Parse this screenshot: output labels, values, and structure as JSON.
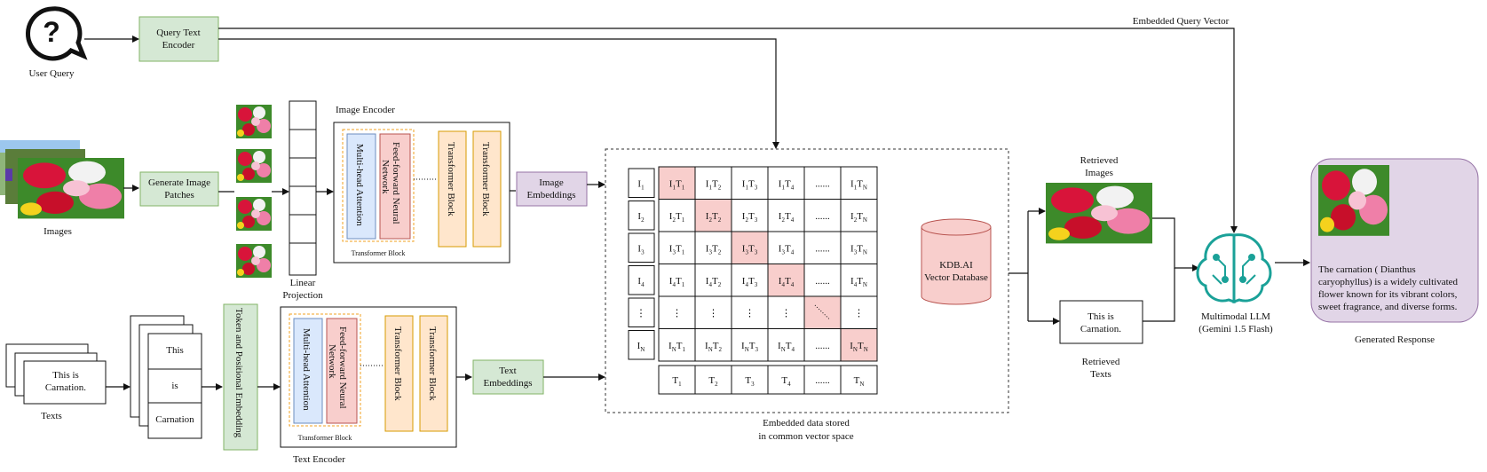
{
  "user_query": {
    "icon": "speech-bubble-question-icon",
    "label": "User Query"
  },
  "query_text_encoder": {
    "label": [
      "Query Text",
      "Encoder"
    ]
  },
  "embedded_query_vector": "Embedded Query Vector",
  "images_label": "Images",
  "generate_image_patches": {
    "label": [
      "Generate Image",
      "Patches"
    ]
  },
  "linear_projection": {
    "label": [
      "Linear",
      "Projection"
    ]
  },
  "image_encoder": {
    "title": "Image Encoder",
    "multihead": "Multi-head Attention",
    "ffn": [
      "Feed-forward Neural",
      "Network"
    ],
    "ellipsis": "........",
    "block1": "Transformer Block",
    "block2": "Transformer Block",
    "caption": "Transformer Block"
  },
  "image_embeddings": {
    "label": [
      "Image",
      "Embeddings"
    ]
  },
  "texts": {
    "doc_text": [
      "This is",
      "Carnation."
    ],
    "label": "Texts",
    "tokens": [
      "This",
      "is",
      "Carnation"
    ]
  },
  "token_positional": "Token and Positional Embedding",
  "text_encoder": {
    "title": "Text Encoder",
    "multihead": "Multi-head Attention",
    "ffn": [
      "Feed-forward Neural",
      "Network"
    ],
    "ellipsis": "........",
    "block1": "Transformer Block",
    "block2": "Transformer Block",
    "caption": "Transformer Block"
  },
  "text_embeddings": {
    "label": [
      "Text",
      "Embeddings"
    ]
  },
  "matrix": {
    "row_labels": [
      "I1",
      "I2",
      "I3",
      "I4",
      "⋮",
      "IN"
    ],
    "col_labels": [
      "T1",
      "T2",
      "T3",
      "T4",
      "......",
      "TN"
    ],
    "caption": [
      "Embedded data stored",
      "in common vector space"
    ]
  },
  "vector_db": {
    "label": [
      "KDB.AI",
      "Vector Database"
    ]
  },
  "retrieved_images": {
    "label": [
      "Retrieved",
      "Images"
    ]
  },
  "retrieved_text": {
    "text": [
      "This is",
      "Carnation."
    ],
    "label": [
      "Retrieved",
      "Texts"
    ]
  },
  "llm": {
    "icon": "brain-circuit-icon",
    "label": [
      "Multimodal LLM",
      "(Gemini 1.5 Flash)"
    ]
  },
  "generated_response": {
    "text": [
      "The carnation ( Dianthus",
      "caryophyllus) is a widely cultivated",
      "flower known for its vibrant colors,",
      "sweet fragrance, and diverse forms."
    ],
    "label": "Generated Response"
  },
  "colors": {
    "green_fill": "#d5e8d4",
    "green_stroke": "#82b366",
    "purple_fill": "#e1d5e7",
    "purple_stroke": "#9673a6",
    "pink_fill": "#f8cecc",
    "pink_stroke": "#b85450",
    "blue_fill": "#dae8fc",
    "blue_stroke": "#6c8ebf",
    "orange_fill": "#ffe6cc",
    "orange_stroke": "#d79b00",
    "teal": "#1aa198"
  }
}
